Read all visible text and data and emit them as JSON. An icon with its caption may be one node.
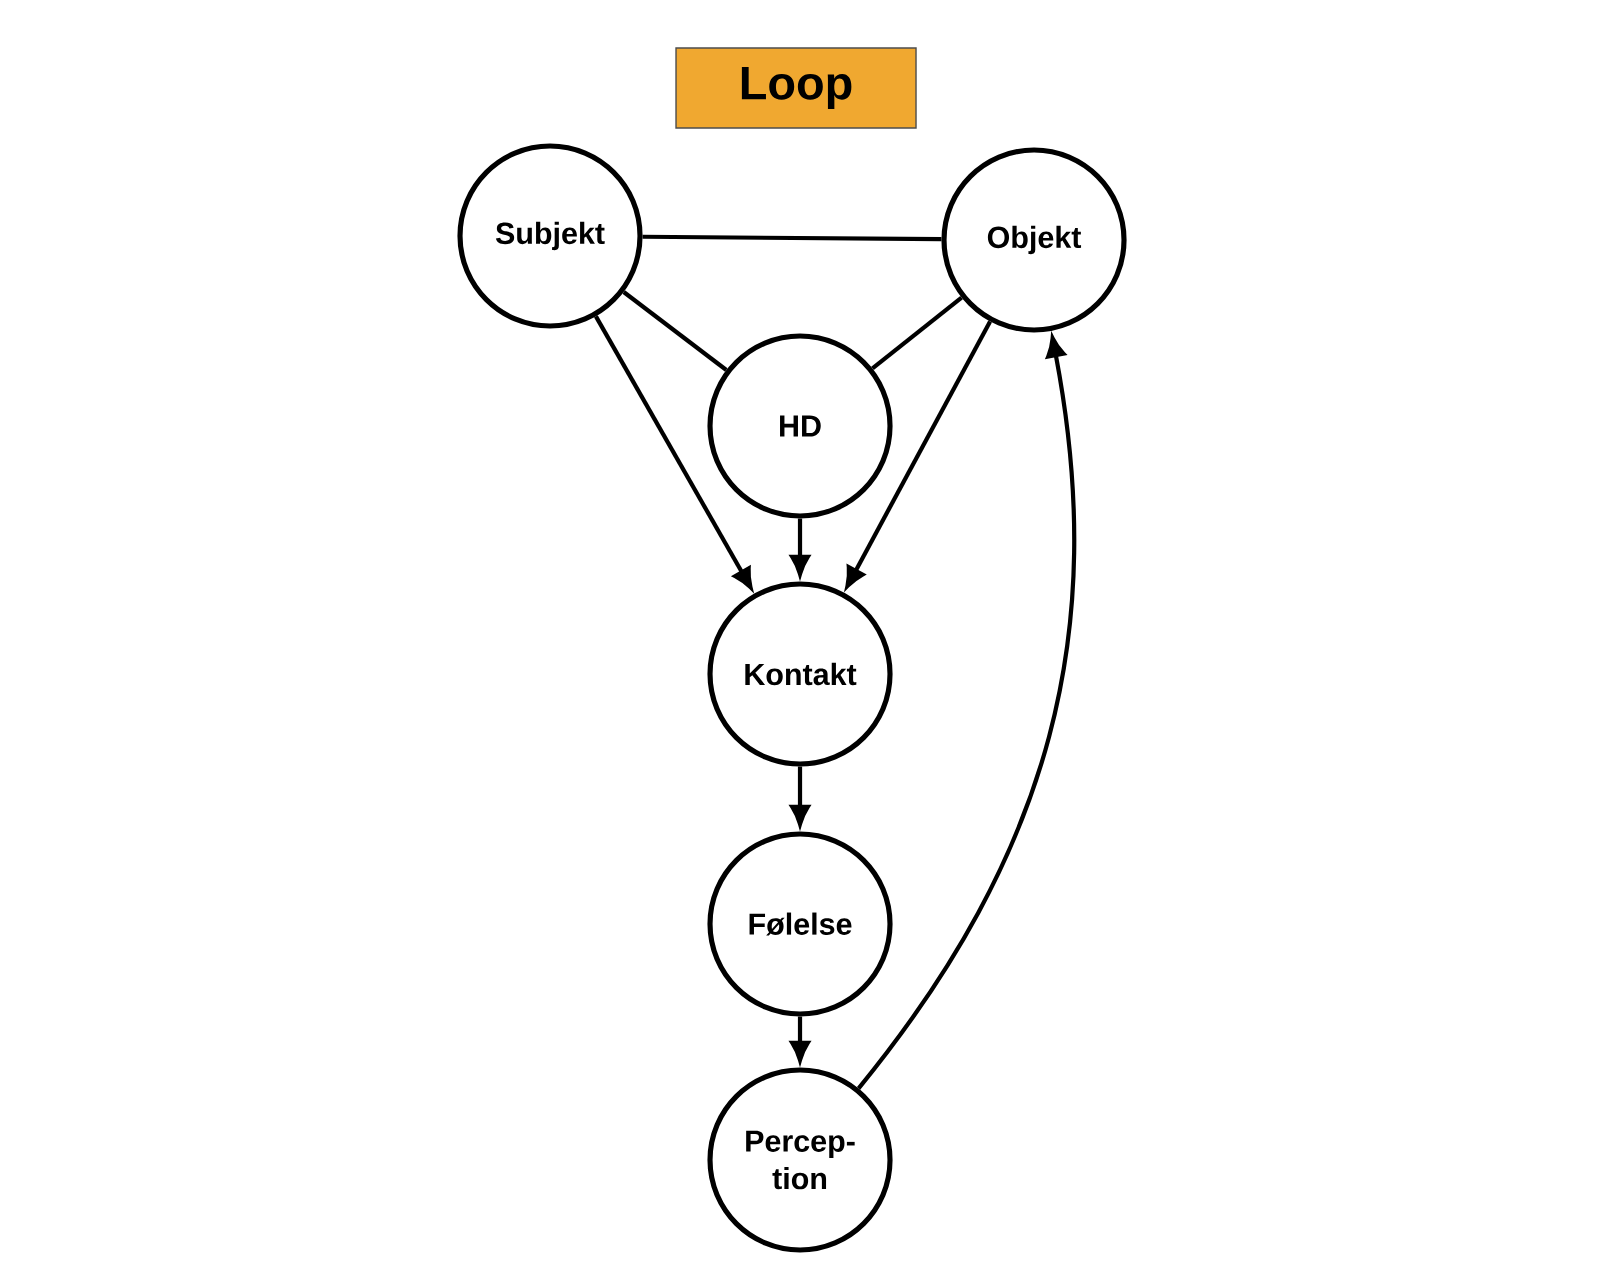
{
  "diagram": {
    "title": "Loop",
    "nodes": [
      {
        "text": [
          "Subjekt"
        ]
      },
      {
        "text": [
          "Objekt"
        ]
      },
      {
        "text": [
          "HD"
        ]
      },
      {
        "text": [
          "Kontakt"
        ]
      },
      {
        "text": [
          "Følelse"
        ]
      },
      {
        "text": [
          "Percep- tion"
        ]
      }
    ],
    "edges": [
      {
        "from": 0,
        "to": 1,
        "arrow": "none"
      },
      {
        "from": 0,
        "to": 2,
        "arrow": "none"
      },
      {
        "from": 1,
        "to": 2,
        "arrow": "none"
      },
      {
        "from": 0,
        "to": 3,
        "arrow": "to"
      },
      {
        "from": 2,
        "to": 3,
        "arrow": "to"
      },
      {
        "from": 1,
        "to": 3,
        "arrow": "to"
      },
      {
        "from": 3,
        "to": 4,
        "arrow": "to"
      },
      {
        "from": 4,
        "to": 5,
        "arrow": "to"
      },
      {
        "from": 5,
        "to": 1,
        "arrow": "to"
      }
    ]
  }
}
